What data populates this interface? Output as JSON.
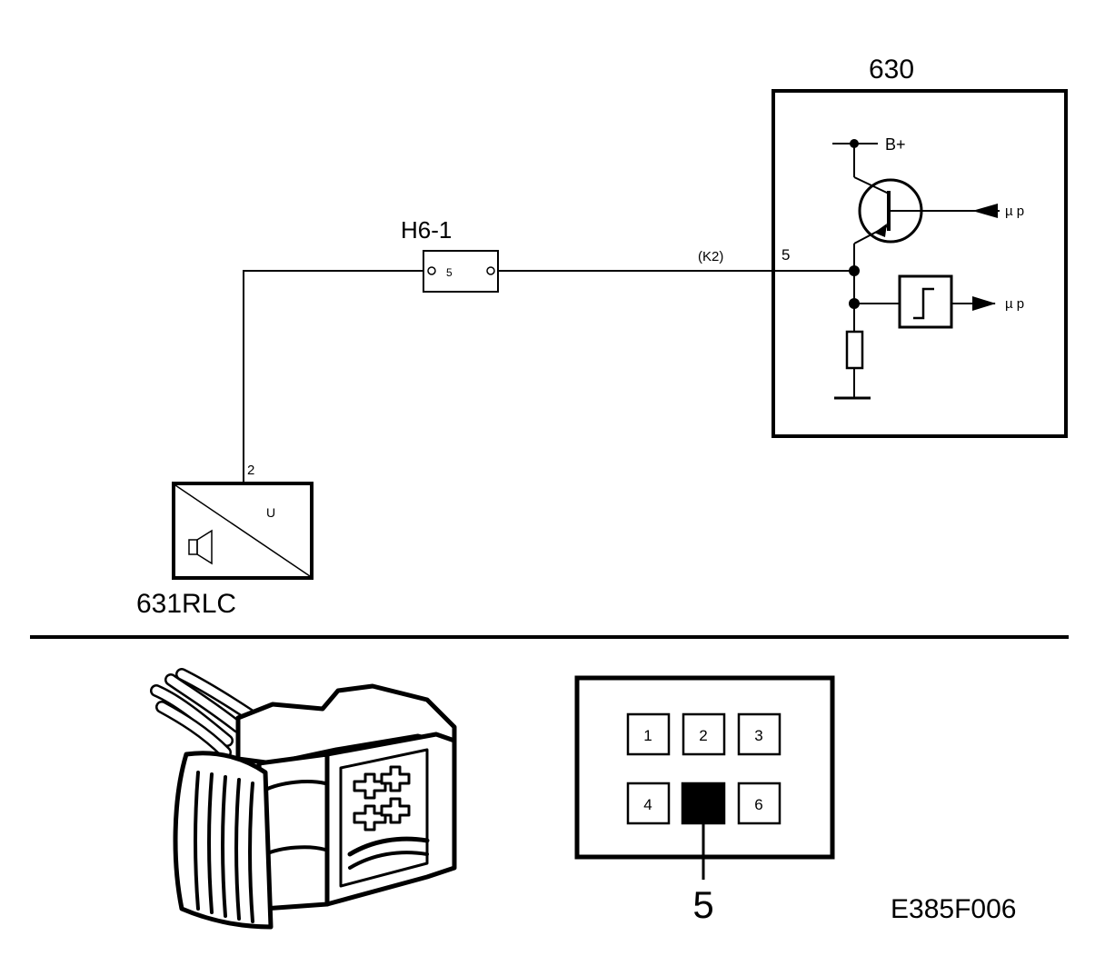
{
  "ecu": {
    "id": "630",
    "supply_label": "B+",
    "input_label": "µ p",
    "output_label": "µ p",
    "pin": "5"
  },
  "connector_h6": {
    "id": "H6-1",
    "pin": "5"
  },
  "wire": {
    "code": "(K2)"
  },
  "sensor": {
    "id": "631RLC",
    "pin": "2",
    "symbol_label": "U"
  },
  "connector_face": {
    "pins": [
      "1",
      "2",
      "3",
      "4",
      "6"
    ],
    "highlighted_pin": "5"
  },
  "figure_code": "E385F006"
}
